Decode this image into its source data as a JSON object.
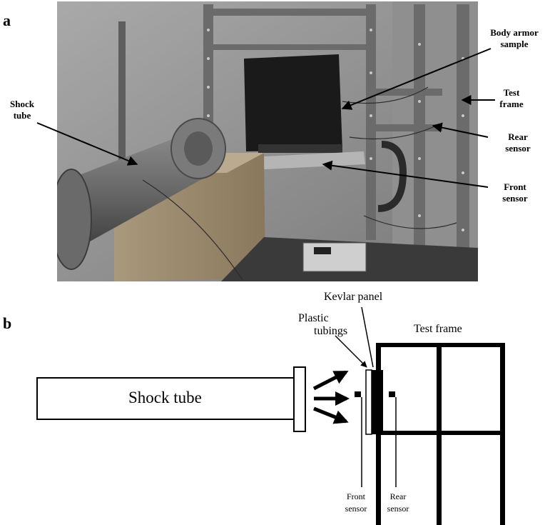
{
  "panels": {
    "a": {
      "label": "a"
    },
    "b": {
      "label": "b"
    }
  },
  "photo_annotations": {
    "shock_tube": [
      "Shock",
      "tube"
    ],
    "body_armor": [
      "Body armor",
      "sample"
    ],
    "test_frame": [
      "Test",
      "frame"
    ],
    "rear_sensor": [
      "Rear",
      "sensor"
    ],
    "front_sensor": [
      "Front",
      "sensor"
    ]
  },
  "schematic": {
    "shock_tube": "Shock tube",
    "kevlar_panel": "Kevlar panel",
    "plastic_tubings": [
      "Plastic",
      "tubings"
    ],
    "test_frame": "Test frame",
    "front_sensor": [
      "Front",
      "sensor"
    ],
    "rear_sensor": [
      "Rear",
      "sensor"
    ]
  },
  "colors": {
    "ink": "#000000",
    "photo_background": "#8a8a8a",
    "wood": "#9c8a6e",
    "tube": "#6e6e6e",
    "armor": "#1a1a1a"
  }
}
